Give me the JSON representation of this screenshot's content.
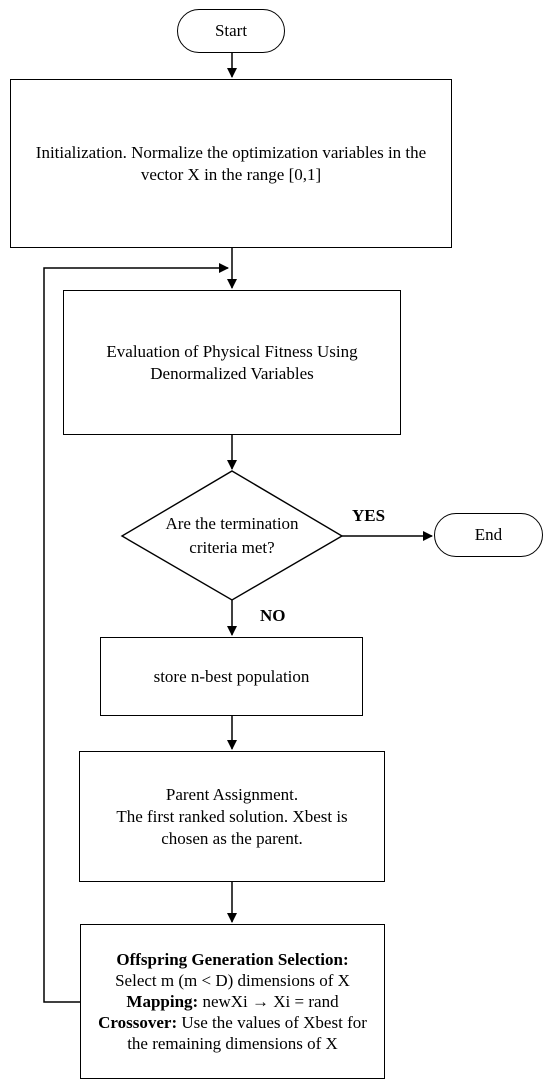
{
  "nodes": {
    "start": "Start",
    "init": "Initialization. Normalize the optimization variables in the vector X in the range [0,1]",
    "evaluation": "Evaluation of Physical Fitness Using Denormalized Variables",
    "decision": "Are the termination criteria met?",
    "end": "End",
    "store": "store n-best population",
    "parent": {
      "line1": "Parent Assignment.",
      "line2": "The first ranked solution. Xbest is chosen as the parent."
    },
    "offspring": {
      "l1_bold": "Offspring Generation Selection:",
      "l2": "Select m (m < D) dimensions of X",
      "l3_bold": "Mapping:",
      "l3_rest": " newXi → Xi = rand",
      "l4_bold": "Crossover:",
      "l4_rest": " Use the values of Xbest for the remaining dimensions of X"
    }
  },
  "edges": {
    "yes": "YES",
    "no": "NO"
  }
}
